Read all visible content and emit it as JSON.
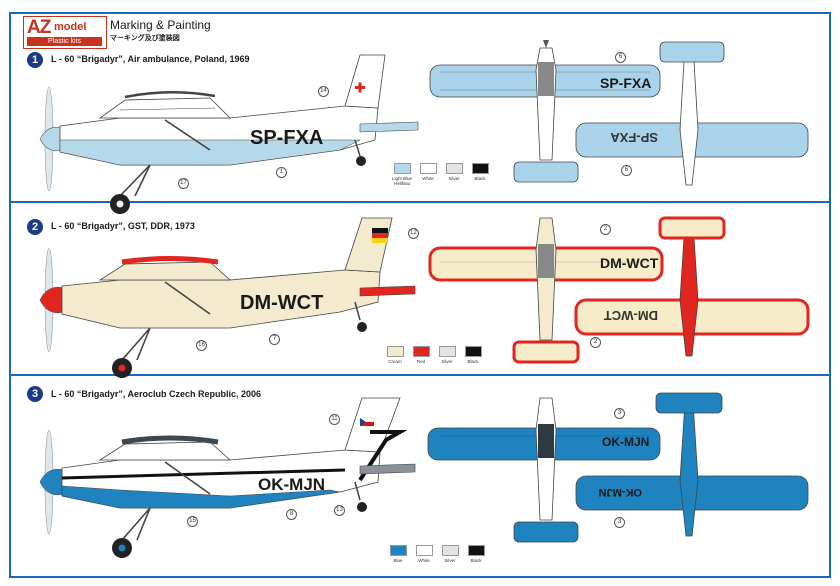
{
  "logo": {
    "main": "AZ",
    "sub": "model",
    "tagline": "Plastic kits"
  },
  "heading": {
    "title": "Marking & Painting",
    "subtitle_jp": "マーキング及び塗装図"
  },
  "sections": [
    {
      "number": "1",
      "title": "L - 60 “Brigadyr”, Air ambulance, Poland, 1969",
      "registration": "SP-FXA",
      "callouts": [
        "14",
        "1",
        "17",
        "6",
        "6"
      ],
      "colors": {
        "fuselage": "#b5d8ea",
        "accent": "#8fc3df",
        "wing": "#a9d3ea"
      },
      "swatches": [
        {
          "label": "Light Blue Hellblau",
          "hex": "#b5d8ea"
        },
        {
          "label": "White",
          "hex": "#ffffff"
        },
        {
          "label": "Silver",
          "hex": "#e3e3e3"
        },
        {
          "label": "Black",
          "hex": "#111111"
        }
      ]
    },
    {
      "number": "2",
      "title": "L - 60 “Brigadyr”, GST, DDR, 1973",
      "registration": "DM-WCT",
      "callouts": [
        "12",
        "16",
        "7",
        "2",
        "2"
      ],
      "colors": {
        "fuselage": "#f4ebcf",
        "accent": "#e0261f",
        "wing": "#f6ecc9"
      },
      "swatches": [
        {
          "label": "Cream",
          "hex": "#f4ebcf"
        },
        {
          "label": "Red",
          "hex": "#e0261f"
        },
        {
          "label": "Silver",
          "hex": "#e3e3e3"
        },
        {
          "label": "Black",
          "hex": "#111111"
        }
      ]
    },
    {
      "number": "3",
      "title": "L - 60 “Brigadyr”, Aeroclub Czech Republic, 2006",
      "registration": "OK-MJN",
      "callouts": [
        "11",
        "15",
        "8",
        "13",
        "3",
        "3"
      ],
      "colors": {
        "fuselage": "#ffffff",
        "accent": "#1f83bf",
        "wing": "#1f83bf"
      },
      "swatches": [
        {
          "label": "Blue",
          "hex": "#1f83bf"
        },
        {
          "label": "White",
          "hex": "#ffffff"
        },
        {
          "label": "Silver",
          "hex": "#e3e3e3"
        },
        {
          "label": "Black",
          "hex": "#111111"
        }
      ]
    }
  ]
}
